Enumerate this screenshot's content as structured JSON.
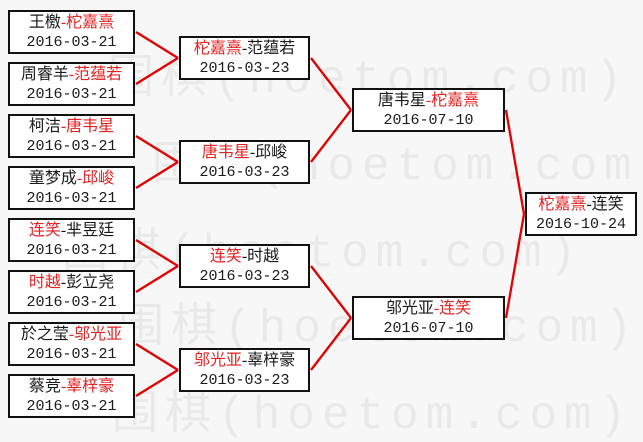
{
  "palette": {
    "background": "#f7f7f7",
    "box_border": "#111111",
    "winner_red": "#e32222",
    "connector_red": "#e10000",
    "watermark_gray": "#e9e9e9"
  },
  "watermark": {
    "text": "围棋(hoetom.com)"
  },
  "bracket": {
    "dash": "-",
    "rounds": [
      {
        "name": "round-1",
        "matches": [
          {
            "p1": "王檄",
            "p2": "柁嘉熹",
            "red": "p2",
            "date": "2016-03-21"
          },
          {
            "p1": "周睿羊",
            "p2": "范蕴若",
            "red": "p2",
            "date": "2016-03-21"
          },
          {
            "p1": "柯洁",
            "p2": "唐韦星",
            "red": "p2",
            "date": "2016-03-21"
          },
          {
            "p1": "童梦成",
            "p2": "邱峻",
            "red": "p2",
            "date": "2016-03-21"
          },
          {
            "p1": "连笑",
            "p2": "芈昱廷",
            "red": "p1",
            "date": "2016-03-21"
          },
          {
            "p1": "时越",
            "p2": "彭立尧",
            "red": "p1",
            "date": "2016-03-21"
          },
          {
            "p1": "於之莹",
            "p2": "邬光亚",
            "red": "p2",
            "date": "2016-03-21"
          },
          {
            "p1": "蔡竞",
            "p2": "辜梓豪",
            "red": "p2",
            "date": "2016-03-21"
          }
        ]
      },
      {
        "name": "round-2",
        "matches": [
          {
            "p1": "柁嘉熹",
            "p2": "范蕴若",
            "red": "p1",
            "date": "2016-03-23"
          },
          {
            "p1": "唐韦星",
            "p2": "邱峻",
            "red": "p1",
            "date": "2016-03-23"
          },
          {
            "p1": "连笑",
            "p2": "时越",
            "red": "p1",
            "date": "2016-03-23"
          },
          {
            "p1": "邬光亚",
            "p2": "辜梓豪",
            "red": "p1",
            "date": "2016-03-23"
          }
        ]
      },
      {
        "name": "semifinal",
        "matches": [
          {
            "p1": "唐韦星",
            "p2": "柁嘉熹",
            "red": "p2",
            "date": "2016-07-10"
          },
          {
            "p1": "邬光亚",
            "p2": "连笑",
            "red": "p2",
            "date": "2016-07-10"
          }
        ]
      },
      {
        "name": "final",
        "matches": [
          {
            "p1": "柁嘉熹",
            "p2": "连笑",
            "red": "p1",
            "date": "2016-10-24"
          }
        ]
      }
    ]
  }
}
